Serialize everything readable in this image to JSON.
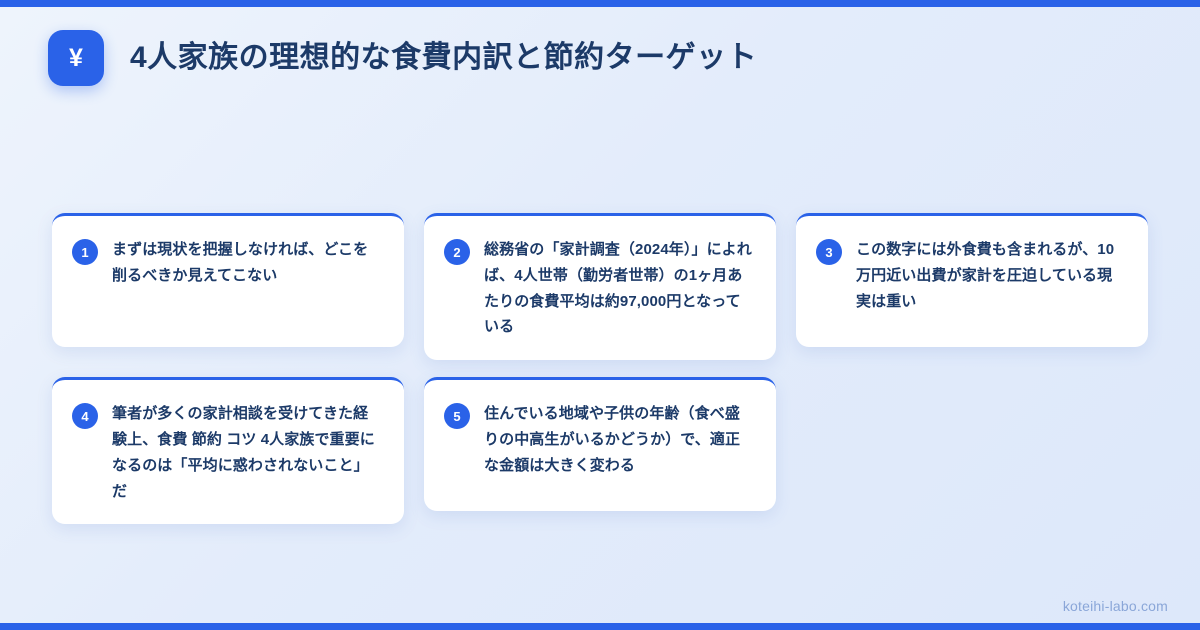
{
  "theme": {
    "accent": "#2a62e8",
    "title_color": "#1c3a68",
    "card_bg": "#ffffff",
    "background": "#e3ecfb",
    "watermark_color": "#8aa6d8"
  },
  "header": {
    "icon": "yen-currency-icon",
    "icon_glyph": "¥",
    "title": "4人家族の理想的な食費内訳と節約ターゲット"
  },
  "cards": [
    {
      "number": "1",
      "text": "まずは現状を把握しなければ、どこを削るべきか見えてこない"
    },
    {
      "number": "2",
      "text": "総務省の「家計調査（2024年）」によれば、4人世帯（勤労者世帯）の1ヶ月あたりの食費平均は約97,000円となっている"
    },
    {
      "number": "3",
      "text": "この数字には外食費も含まれるが、10万円近い出費が家計を圧迫している現実は重い"
    },
    {
      "number": "4",
      "text": "筆者が多くの家計相談を受けてきた経験上、食費 節約 コツ 4人家族で重要になるのは「平均に惑わされないこと」だ"
    },
    {
      "number": "5",
      "text": "住んでいる地域や子供の年齢（食べ盛りの中高生がいるかどうか）で、適正な金額は大きく変わる"
    }
  ],
  "footer": {
    "watermark": "koteihi-labo.com"
  }
}
